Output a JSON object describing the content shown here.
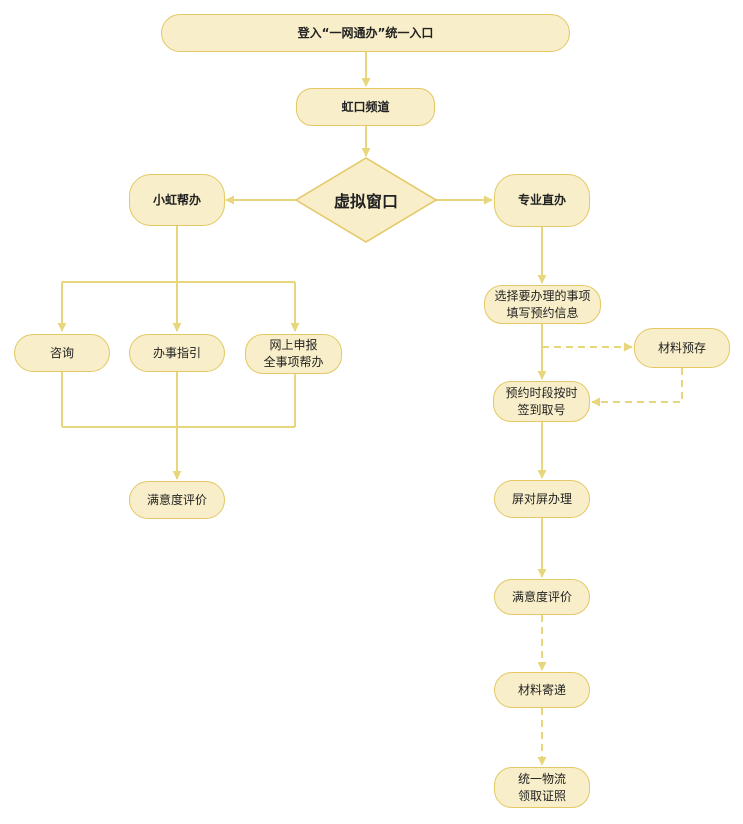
{
  "colors": {
    "node_fill": "#f8eec9",
    "node_border": "#e3c865",
    "connector": "#e8d67c"
  },
  "nodes": {
    "entry": "登入“一网通办”统一入口",
    "channel": "虹口频道",
    "virtual_window": "虚拟窗口",
    "xiaohong_help": "小虹帮办",
    "pro_direct": "专业直办",
    "consult": "咨询",
    "guide": "办事指引",
    "online_apply": "网上申报\n全事项帮办",
    "satisfaction_left": "满意度评价",
    "select_item": "选择要办理的事项\n填写预约信息",
    "material_prestore": "材料预存",
    "appointment_checkin": "预约时段按时\n签到取号",
    "screen_to_screen": "屏对屏办理",
    "satisfaction_right": "满意度评价",
    "material_mail": "材料寄递",
    "unified_logistics": "统一物流\n领取证照"
  }
}
